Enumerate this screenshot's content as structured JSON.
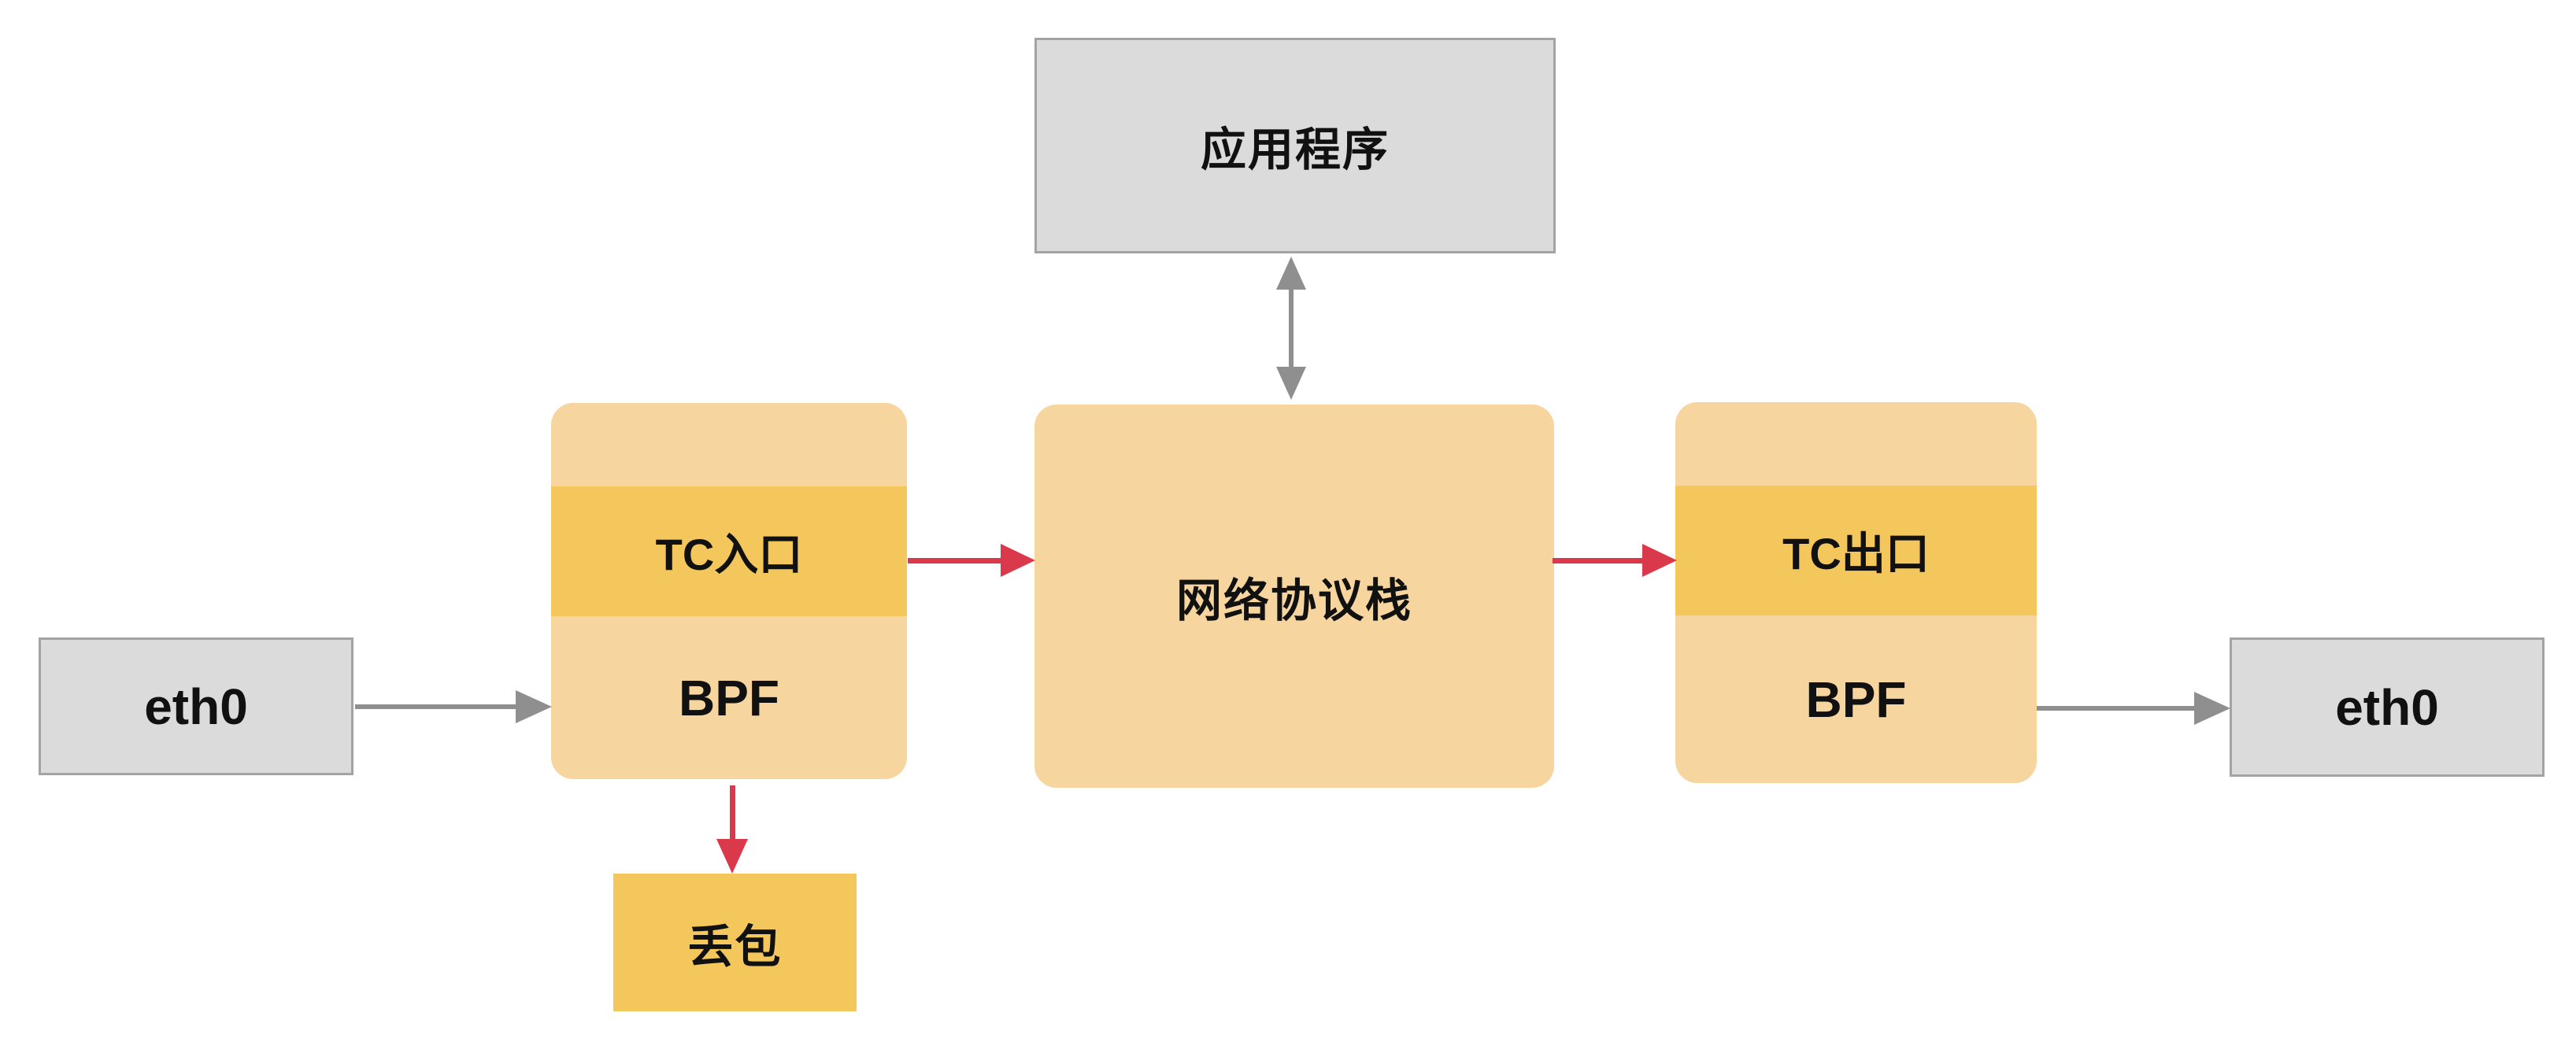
{
  "nodes": {
    "app": {
      "label": "应用程序"
    },
    "stack": {
      "label": "网络协议栈"
    },
    "tc_ingress": {
      "band_label": "TC入口",
      "label": "BPF"
    },
    "tc_egress": {
      "band_label": "TC出口",
      "label": "BPF"
    },
    "eth0_left": {
      "label": "eth0"
    },
    "eth0_right": {
      "label": "eth0"
    },
    "drop": {
      "label": "丢包"
    }
  },
  "edges": [
    {
      "from": "eth0_left",
      "to": "tc_ingress",
      "color": "gray",
      "direction": "right"
    },
    {
      "from": "tc_ingress",
      "to": "stack",
      "color": "red",
      "direction": "right"
    },
    {
      "from": "stack",
      "to": "tc_egress",
      "color": "red",
      "direction": "right"
    },
    {
      "from": "tc_egress",
      "to": "eth0_right",
      "color": "gray",
      "direction": "right"
    },
    {
      "from": "app",
      "to": "stack",
      "color": "gray",
      "direction": "both-vertical"
    },
    {
      "from": "tc_ingress",
      "to": "drop",
      "color": "red",
      "direction": "down"
    }
  ],
  "colors": {
    "background": "#ffffff",
    "gray_fill": "#dbdbdb",
    "gray_border": "#a3a3a3",
    "orange_light": "#f7d59e",
    "orange_dark": "#f3c75b",
    "arrow_gray": "#8f8f8f",
    "arrow_red": "#d9394a",
    "text": "#111111"
  }
}
